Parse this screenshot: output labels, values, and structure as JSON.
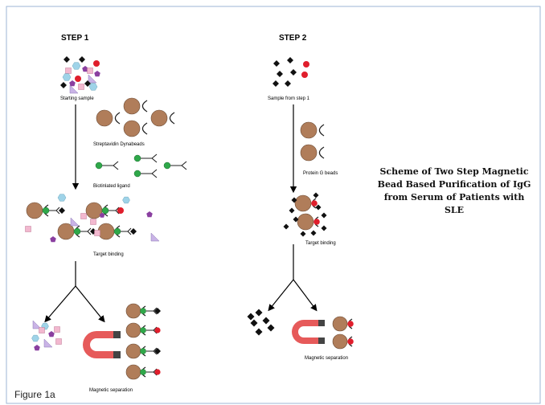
{
  "step1": {
    "title": "STEP 1",
    "starting_sample": "Starting sample",
    "streptavidin": "Streptavidin Dynabeads",
    "biotinylated": "Biotinlated ligand",
    "target_binding": "Target binding",
    "magnetic_separation": "Magnetic separation"
  },
  "step2": {
    "title": "STEP 2",
    "sample": "Sample from step 1",
    "protein_g": "Protein G beads",
    "target_binding": "Target binding",
    "magnetic_separation": "Magnetic separation"
  },
  "scheme_lines": [
    "Scheme of Two Step Magnetic",
    "Bead Based Purification of IgG",
    "from Serum of Patients  with",
    "SLE"
  ],
  "figure_label": "Figure 1a",
  "colors": {
    "bead": "#b07d5a",
    "ligand": "#2fa84a",
    "target_red": "#e01e2c",
    "target_black": "#111111",
    "hexagon": "#9fd3e8",
    "pentagon": "#8a3fa0",
    "pink_square": "#f2b8cf",
    "lavender_triangle": "#c9b3e6",
    "magnet": "#e65a5a"
  }
}
